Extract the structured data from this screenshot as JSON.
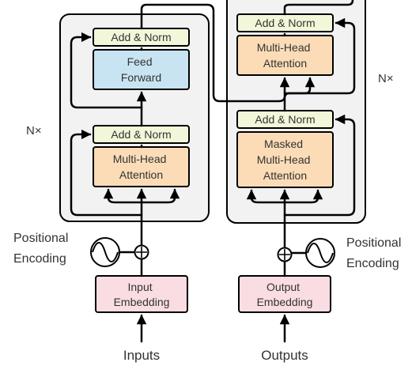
{
  "encoder": {
    "stack_label": "N×",
    "add_norm_top": "Add & Norm",
    "feed_forward": [
      "Feed",
      "Forward"
    ],
    "add_norm_bottom": "Add & Norm",
    "attention": [
      "Multi-Head",
      "Attention"
    ],
    "positional_encoding": [
      "Positional",
      "Encoding"
    ],
    "embedding": [
      "Input",
      "Embedding"
    ],
    "input_label": "Inputs"
  },
  "decoder": {
    "stack_label": "N×",
    "add_norm_top": "Add & Norm",
    "attention_top": [
      "Multi-Head",
      "Attention"
    ],
    "add_norm_bottom": "Add & Norm",
    "masked_attention": [
      "Masked",
      "Multi-Head",
      "Attention"
    ],
    "positional_encoding": [
      "Positional",
      "Encoding"
    ],
    "embedding": [
      "Output",
      "Embedding"
    ],
    "output_label": "Outputs"
  },
  "colors": {
    "panel": "#f2f2f2",
    "add_norm": "#f3f7d9",
    "feed_forward": "#c8e4f2",
    "attention": "#fbdcb6",
    "embedding": "#f9dde2"
  }
}
